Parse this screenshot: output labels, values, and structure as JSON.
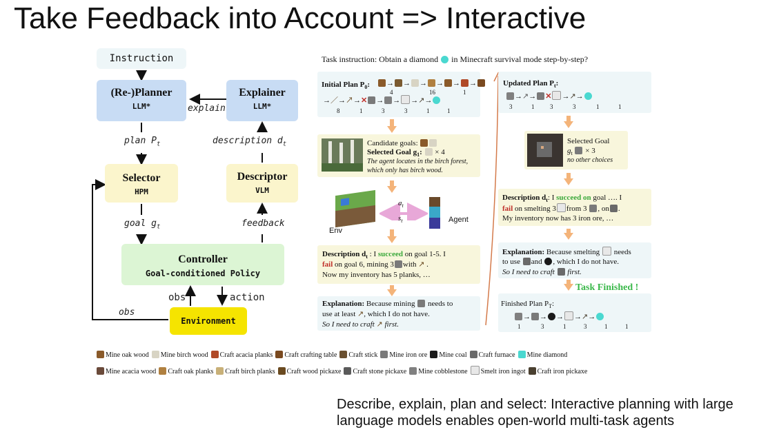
{
  "slide_title": "Take Feedback into Account => Interactive",
  "caption_line1": "Describe, explain, plan and select: Interactive planning with large",
  "caption_line2": "language models enables open-world multi-task agents",
  "flow": {
    "instruction": "Instruction",
    "planner_title": "(Re-)Planner",
    "planner_sub": "LLM*",
    "explainer_title": "Explainer",
    "explainer_sub": "LLM*",
    "selector_title": "Selector",
    "selector_sub": "HPM",
    "descriptor_title": "Descriptor",
    "descriptor_sub": "VLM",
    "controller_title": "Controller",
    "controller_sub": "Goal-conditioned Policy",
    "environment": "Environment",
    "edge_explain": "explain",
    "edge_plan": "plan P",
    "edge_plan_sub": "t",
    "edge_description": "description d",
    "edge_description_sub": "t",
    "edge_goal": "goal g",
    "edge_goal_sub": "t",
    "edge_feedback": "feedback",
    "edge_obs_up": "obs",
    "edge_action": "action",
    "edge_obs_loop": "obs"
  },
  "colors": {
    "blue_box": "#c8dcf4",
    "yellow_box": "#fbf5cc",
    "green_box": "#dcf5d4",
    "env_box": "#f5e400",
    "instr_box": "#eef6f8",
    "orange_arrow": "#f4b47a"
  },
  "task": {
    "instruction": "Task instruction: Obtain a diamond",
    "instruction_tail": "in Minecraft survival mode step-by-step?",
    "initial_plan_label": "Initial Plan P",
    "initial_plan_sub": "0",
    "initial_counts_row1": [
      "4",
      "16",
      "1"
    ],
    "initial_counts_row2": [
      "8",
      "1",
      "3",
      "3",
      "1",
      "1"
    ],
    "candidate_goals": "Candidate goals:",
    "selected_goal_label": "Selected Goal g",
    "selected_goal_sub": "1",
    "selected_goal_count": "× 4",
    "agent_note1": "The agent locates in the birch forest,",
    "agent_note2": "which only has birch wood.",
    "env_label": "Env",
    "agent_label": "Agent",
    "a_label": "a",
    "a_sub": "t",
    "s_label": "s",
    "s_sub": "t",
    "desc1_label": "Description d",
    "desc1_sub": "t",
    "desc1_a": " : I ",
    "desc1_succeed": "succeed",
    "desc1_b": " on goal 1-5. I",
    "desc1_fail": "fail",
    "desc1_c": " on goal 6, mining 3",
    "desc1_d": "with",
    "desc1_line3": "Now my inventory has 5 planks, …",
    "expl1_label": "Explanation:",
    "expl1_a": " Because mining",
    "expl1_b": "needs to",
    "expl1_line2a": "use at least",
    "expl1_line2b": ", which I do not have.",
    "expl1_line3": "So I need to craft",
    "expl1_line3b": "first.",
    "updated_plan_label": "Updated Plan P",
    "updated_plan_sub": "t",
    "updated_counts": [
      "3",
      "1",
      "3",
      "3",
      "1",
      "1"
    ],
    "selected_goal2_label": "Selected Goal",
    "selected_goal2_g": "g",
    "selected_goal2_sub": "t",
    "selected_goal2_count": "× 3",
    "selected_goal2_note": "no other choices",
    "desc2_label": "Description d",
    "desc2_sub": "t",
    "desc2_a": ": I ",
    "desc2_succeed": "succeed on",
    "desc2_b": " goal …. I",
    "desc2_fail": "fail",
    "desc2_c": " on smelting 3",
    "desc2_d": "from 3",
    "desc2_e": ", on",
    "desc2_line3": "My inventory now has 3 iron ore, …",
    "expl2_label": "Explanation:",
    "expl2_a": " Because smelting",
    "expl2_b": "needs",
    "expl2_line2a": "to use",
    "expl2_line2b": "and",
    "expl2_line2c": ", which I do not have.",
    "expl2_line3": "So I need to craft",
    "expl2_line3b": "first.",
    "task_finished": "Task Finished !",
    "finished_plan_label": "Finished Plan P",
    "finished_plan_sub": "T",
    "finished_counts": [
      "1",
      "3",
      "1",
      "3",
      "1",
      "1"
    ]
  },
  "legend": {
    "row1": [
      {
        "label": "Mine oak wood",
        "color": "#8a5a2a"
      },
      {
        "label": "Mine birch wood",
        "color": "#d8d4c4"
      },
      {
        "label": "Craft acacia planks",
        "color": "#b04a28"
      },
      {
        "label": "Craft crafting table",
        "color": "#7a4a20"
      },
      {
        "label": "Craft stick",
        "color": "#6a5030"
      },
      {
        "label": "Mine iron ore",
        "color": "#7a7a7a"
      },
      {
        "label": "Mine coal",
        "color": "#1a1a1a"
      },
      {
        "label": "Craft furnace",
        "color": "#6a6a6a"
      },
      {
        "label": "Mine diamond",
        "color": "#4ad8d0"
      }
    ],
    "row2": [
      {
        "label": "Mine acacia wood",
        "color": "#6a4a3a"
      },
      {
        "label": "Craft oak planks",
        "color": "#b08040"
      },
      {
        "label": "Craft birch planks",
        "color": "#c8b078"
      },
      {
        "label": "Craft wood pickaxe",
        "color": "#6a4a20"
      },
      {
        "label": "Craft stone pickaxe",
        "color": "#5a5a5a"
      },
      {
        "label": "Mine cobblestone",
        "color": "#808080"
      },
      {
        "label": "Smelt iron ingot",
        "color": "#e8e8e8"
      },
      {
        "label": "Craft iron pickaxe",
        "color": "#4a4030"
      }
    ]
  }
}
